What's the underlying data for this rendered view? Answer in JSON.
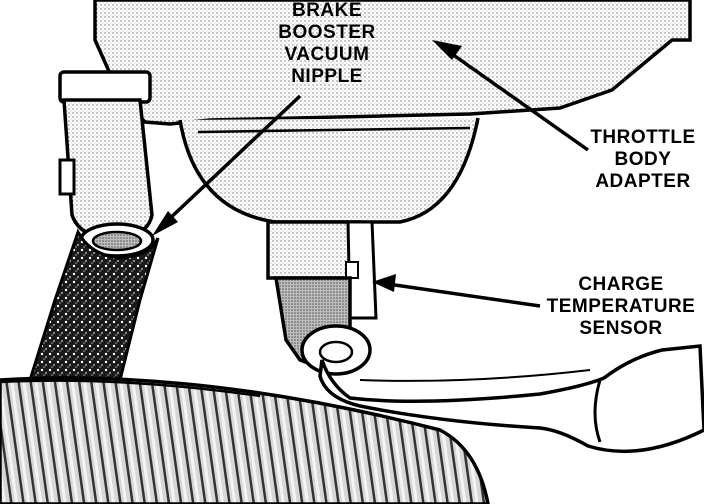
{
  "labels": {
    "brake_booster": [
      "BRAKE",
      "BOOSTER",
      "VACUUM",
      "NIPPLE"
    ],
    "throttle_body": [
      "THROTTLE",
      "BODY",
      "ADAPTER"
    ],
    "charge_temp": [
      "CHARGE",
      "TEMPERATURE",
      "SENSOR"
    ]
  },
  "colors": {
    "ink": "#000000",
    "paper": "#ffffff",
    "shade": "#b8b8b8",
    "shade_dark": "#555555"
  }
}
